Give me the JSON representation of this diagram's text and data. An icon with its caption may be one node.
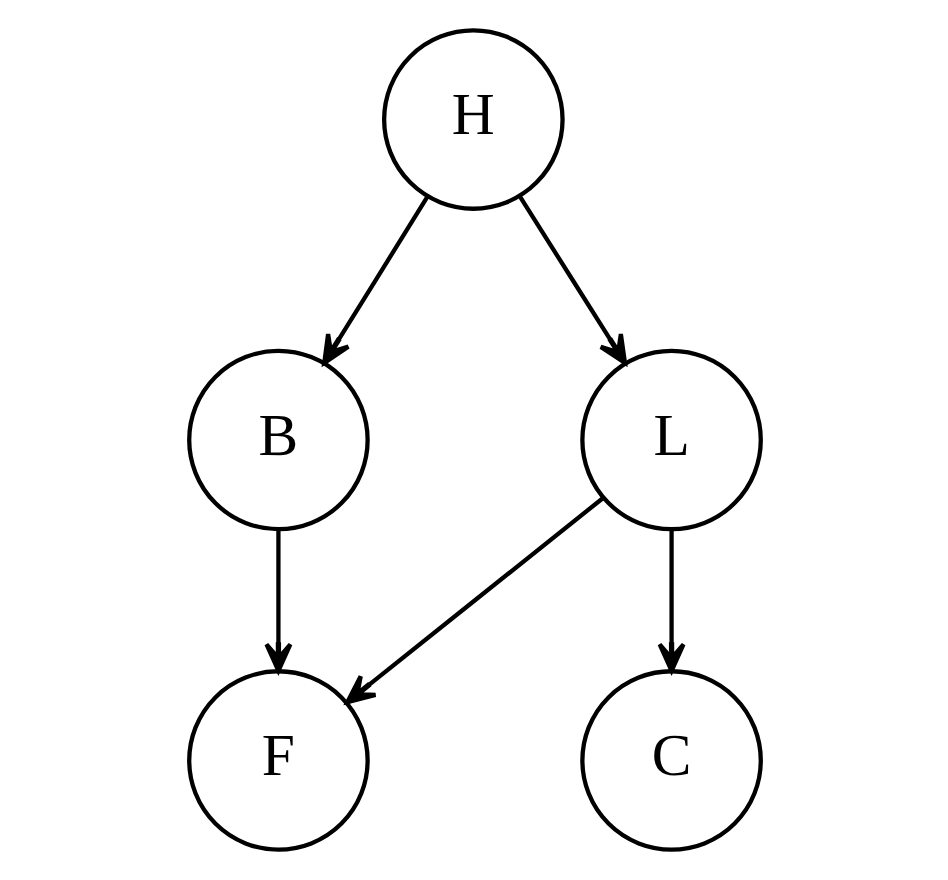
{
  "diagram": {
    "nodes": [
      {
        "text": [
          "H"
        ]
      },
      {
        "text": [
          "B"
        ]
      },
      {
        "text": [
          "L"
        ]
      },
      {
        "text": [
          "F"
        ]
      },
      {
        "text": [
          "C"
        ]
      }
    ],
    "edges": [
      {
        "from": 0,
        "to": 1,
        "arrow": "to"
      },
      {
        "from": 0,
        "to": 2,
        "arrow": "to"
      },
      {
        "from": 1,
        "to": 3,
        "arrow": "to"
      },
      {
        "from": 2,
        "to": 3,
        "arrow": "to"
      },
      {
        "from": 2,
        "to": 4,
        "arrow": "to"
      }
    ]
  }
}
